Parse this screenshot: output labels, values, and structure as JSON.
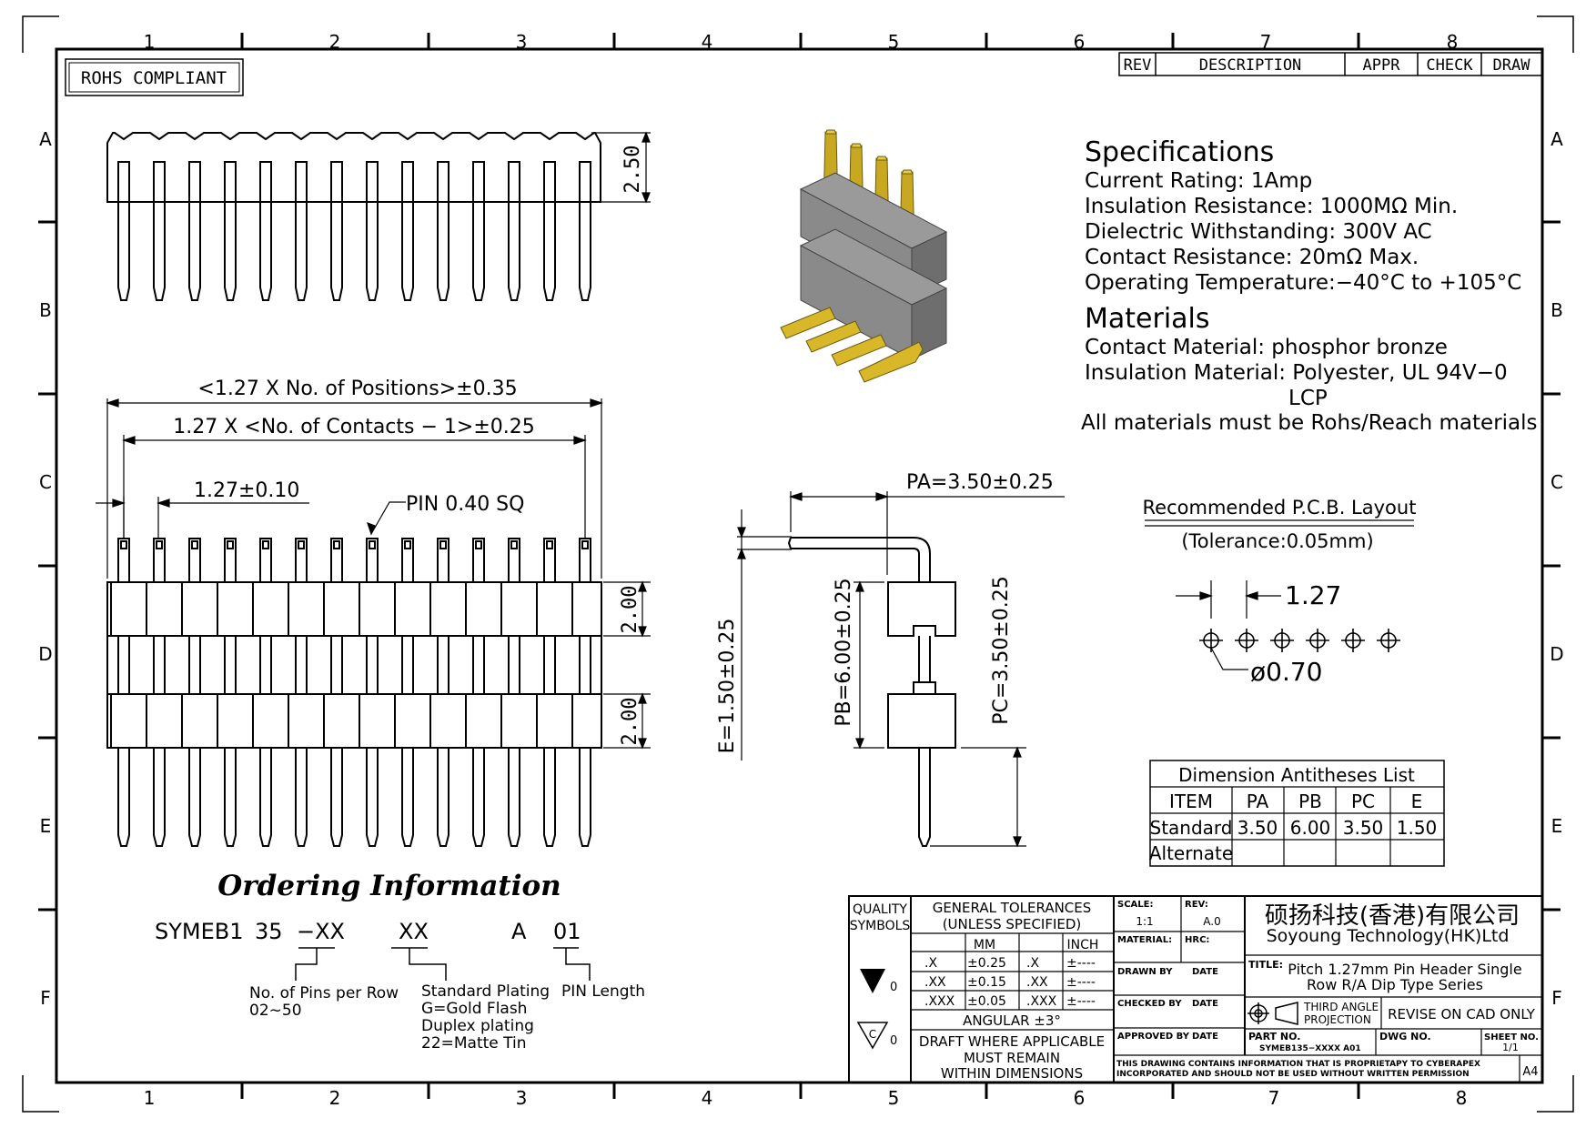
{
  "grid": {
    "cols": [
      "1",
      "2",
      "3",
      "4",
      "5",
      "6",
      "7",
      "8"
    ],
    "rows": [
      "A",
      "B",
      "C",
      "D",
      "E",
      "F"
    ]
  },
  "rohs": "ROHS COMPLIANT",
  "revision_table": {
    "rev": "REV",
    "description": "DESCRIPTION",
    "appr": "APPR",
    "check": "CHECK",
    "draw": "DRAW"
  },
  "specifications": {
    "heading": "Specifications",
    "lines": [
      "Current  Rating:    1Amp",
      "Insulation  Resistance:    1000MΩ  Min.",
      "Dielectric  Withstanding:    300V  AC",
      "Contact  Resistance:    20mΩ  Max.",
      "Operating  Temperature:−40°C  to  +105°C"
    ]
  },
  "materials": {
    "heading": "Materials",
    "lines": [
      "Contact  Material:  phosphor  bronze",
      "Insulation  Material:  Polyester,  UL  94V−0",
      "LCP",
      "All  materials  must  be  Rohs/Reach  materials"
    ]
  },
  "dimensions": {
    "top_height": "2.50",
    "overall": "<1.27  X  No.  of  Positions>±0.35",
    "contacts": "1.27  X  <No.  of  Contacts  −  1>±0.25",
    "pitch": "1.27±0.10",
    "pin": "PIN  0.40  SQ",
    "housing_1": "2.00",
    "housing_2": "2.00",
    "pa": "PA=3.50±0.25",
    "pb": "PB=6.00±0.25",
    "pc": "PC=3.50±0.25",
    "e": "E=1.50±0.25"
  },
  "pcb": {
    "title": "Recommended  P.C.B.  Layout",
    "tolerance": "(Tolerance:0.05mm)",
    "pitch": "1.27",
    "hole": "ø0.70"
  },
  "antitheses": {
    "title": "Dimension  Antitheses  List",
    "headers": [
      "ITEM",
      "PA",
      "PB",
      "PC",
      "E"
    ],
    "rows": [
      [
        "Standard",
        "3.50",
        "6.00",
        "3.50",
        "1.50"
      ],
      [
        "Alternate",
        "",
        "",
        "",
        ""
      ]
    ]
  },
  "ordering": {
    "title": "Ordering Information",
    "code": [
      "SYMEB1",
      "35",
      "−XX",
      "XX",
      "A",
      "01"
    ],
    "notes": {
      "pins": [
        "No.  of  Pins  per  Row",
        "02~50"
      ],
      "plating": [
        "Standard  Plating",
        "G=Gold  Flash",
        "Duplex  plating",
        "22=Matte  Tin"
      ],
      "length": [
        "PIN  Length"
      ]
    }
  },
  "title_block": {
    "quality": [
      "QUALITY",
      "SYMBOLS"
    ],
    "tolerances_head": [
      "GENERAL  TOLERANCES",
      "(UNLESS  SPECIFIED)"
    ],
    "mm": "MM",
    "inch": "INCH",
    "tol_rows": [
      [
        ".X",
        "±0.25",
        ".X",
        "±----"
      ],
      [
        ".XX",
        "±0.15",
        ".XX",
        "±----"
      ],
      [
        ".XXX",
        "±0.05",
        ".XXX",
        "±----"
      ]
    ],
    "angular": "ANGULAR  ±3°",
    "draft": [
      "DRAFT  WHERE  APPLICABLE",
      "MUST  REMAIN",
      "WITHIN  DIMENSIONS"
    ],
    "sym1": "0",
    "sym2": "0",
    "scale_label": "SCALE:",
    "scale": "1:1",
    "rev_label": "REV:",
    "rev": "A.0",
    "material_label": "MATERIAL:",
    "hrc_label": "HRC:",
    "drawn_by": "DRAWN  BY",
    "checked_by": "CHECKED  BY",
    "approved_by": "APPROVED  BY",
    "date": "DATE",
    "company_cn": "硕扬科技(香港)有限公司",
    "company_en": "Soyoung  Technology(HK)Ltd",
    "title_label": "TITLE:",
    "title": [
      "Pitch  1.27mm  Pin  Header  Single",
      "Row  R/A  Dip  Type  Series"
    ],
    "projection": [
      "THIRD  ANGLE",
      "PROJECTION"
    ],
    "revise": "REVISE  ON  CAD  ONLY",
    "part_label": "PART  NO.",
    "part": "SYMEB135−XXXX  A01",
    "dwg_label": "DWG  NO.",
    "sheet_label": "SHEET  NO.",
    "sheet": "1/1",
    "notice": [
      "THIS  DRAWING  CONTAINS  INFORMATION  THAT  IS  PROPRIETAPY  TO  CYBERAPEX",
      "INCORPORATED  AND  SHOULD  NOT  BE  USED  WITHOUT  WRITTEN  PERMISSION"
    ],
    "size": "A4"
  }
}
